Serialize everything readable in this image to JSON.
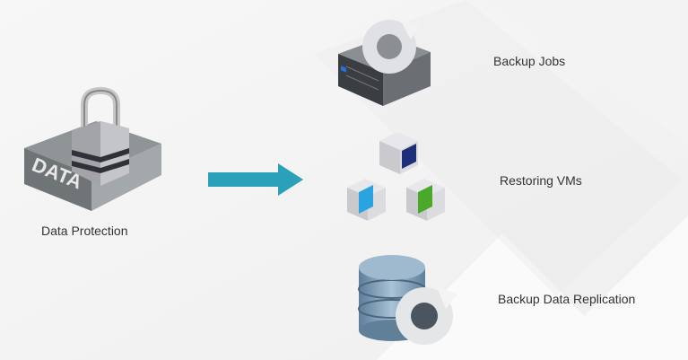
{
  "source": {
    "label": "Data Protection",
    "icon": "lock-data-icon",
    "icon_text": "DATA"
  },
  "arrow": {
    "icon": "right-arrow-icon",
    "color": "#2aa0bb"
  },
  "targets": [
    {
      "label": "Backup Jobs",
      "icon": "server-backup-icon"
    },
    {
      "label": "Restoring VMs",
      "icon": "virtual-machines-icon"
    },
    {
      "label": "Backup Data Replication",
      "icon": "database-replication-icon"
    }
  ],
  "colors": {
    "background": "#f4f4f4",
    "vm_colors": [
      "#1e2f7a",
      "#2aa4e0",
      "#4aa82a"
    ]
  }
}
